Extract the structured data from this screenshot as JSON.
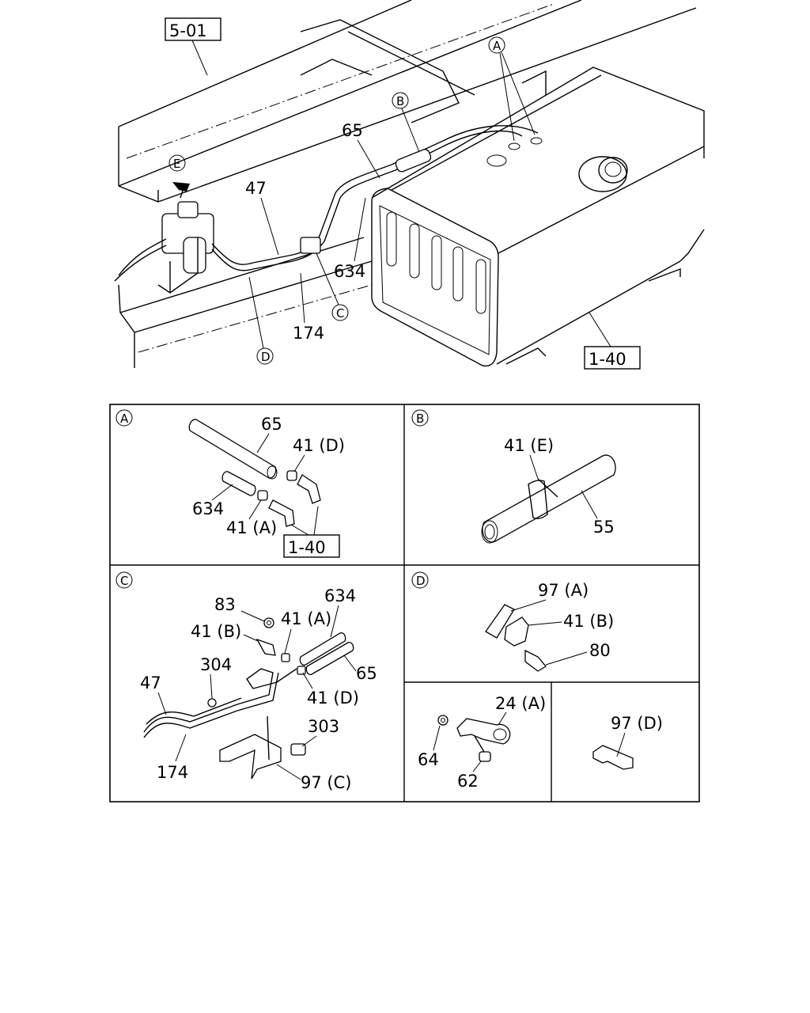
{
  "main": {
    "ref_frame": "5-01",
    "ref_tank": "1-40",
    "callouts": {
      "A": "A",
      "B": "B",
      "C": "C",
      "D": "D",
      "E": "E"
    },
    "labels": {
      "p65": "65",
      "p47": "47",
      "p634": "634",
      "p174": "174"
    }
  },
  "panels": {
    "A": {
      "tag": "A",
      "p65": "65",
      "p41d": "41 (D)",
      "p634": "634",
      "p41a": "41 (A)",
      "ref": "1-40"
    },
    "B": {
      "tag": "B",
      "p41e": "41 (E)",
      "p55": "55"
    },
    "C": {
      "tag": "C",
      "p83": "83",
      "p41b": "41 (B)",
      "p41a": "41 (A)",
      "p634": "634",
      "p304": "304",
      "p65": "65",
      "p47": "47",
      "p41d": "41 (D)",
      "p303": "303",
      "p174": "174",
      "p97c": "97 (C)"
    },
    "D": {
      "tag": "D",
      "p97a": "97 (A)",
      "p41b": "41 (B)",
      "p80": "80"
    },
    "E1": {
      "p24a": "24 (A)",
      "p64": "64",
      "p62": "62"
    },
    "E2": {
      "p97d": "97 (D)"
    }
  }
}
